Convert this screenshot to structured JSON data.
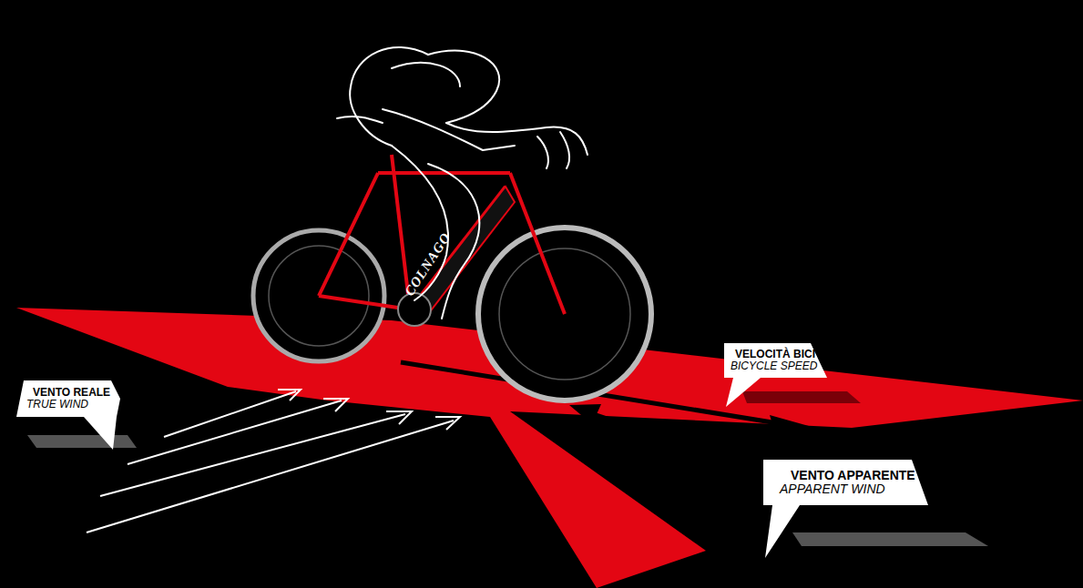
{
  "diagram": {
    "nodes": [
      {
        "text": [
          "VENTO REALE",
          "TRUE WIND"
        ]
      },
      {
        "text": [
          "VELOCITÀ BICI",
          "BICYCLE SPEED"
        ]
      },
      {
        "text": [
          "VENTO APPARENTE",
          "APPARENT WIND"
        ]
      }
    ],
    "labels": [
      "COLNAGO"
    ]
  }
}
